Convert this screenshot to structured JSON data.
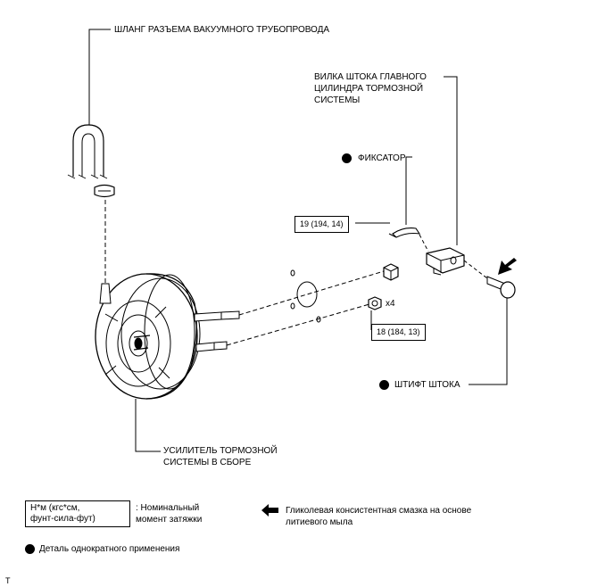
{
  "labels": {
    "hose": "ШЛАНГ РАЗЪЕМА ВАКУУМНОГО ТРУБОПРОВОДА",
    "clevis": "ВИЛКА ШТОКА ГЛАВНОГО\nЦИЛИНДРА ТОРМОЗНОЙ\nСИСТЕМЫ",
    "clip": "ФИКСАТОР",
    "pin": "ШТИФТ ШТОКА",
    "booster": "УСИЛИТЕЛЬ ТОРМОЗНОЙ\nСИСТЕМЫ В СБОРЕ",
    "qty": "x4"
  },
  "torques": {
    "clevis_nut": "19 (194, 14)",
    "booster_nut": "18 (184, 13)"
  },
  "legend": {
    "torque_units": "Н*м (кгс*см,\nфунт-сила-фут)",
    "torque_desc": ": Номинальный\nмомент затяжки",
    "grease_desc": "Гликолевая консистентная смазка на основе\nлитиевого мыла",
    "one_time_desc": "Деталь однократного применения"
  },
  "footer": {
    "mark": "T"
  },
  "colors": {
    "line": "#000000",
    "background": "#ffffff"
  }
}
